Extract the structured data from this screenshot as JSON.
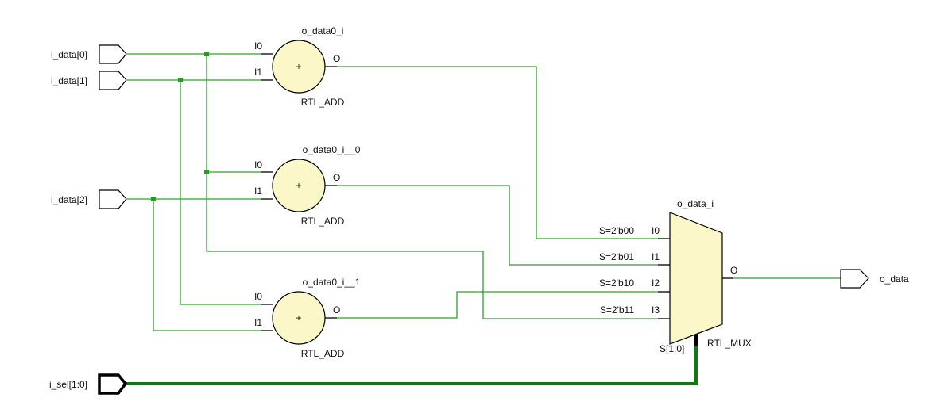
{
  "colors": {
    "wire": "#2ea02e",
    "bus": "#0d7a0d",
    "cell_fill": "#fbf7c8",
    "junction": "#1ea01e"
  },
  "input_ports": [
    {
      "name": "i_data[0]",
      "bus": false
    },
    {
      "name": "i_data[1]",
      "bus": false
    },
    {
      "name": "i_data[2]",
      "bus": false
    },
    {
      "name": "i_sel[1:0]",
      "bus": true
    }
  ],
  "output_ports": [
    {
      "name": "o_data",
      "bus": false
    }
  ],
  "adders": [
    {
      "instance": "o_data0_i",
      "type": "RTL_ADD",
      "symbol": "+",
      "pins": {
        "in0": "I0",
        "in1": "I1",
        "out": "O"
      },
      "inputs": [
        "i_data[0]",
        "i_data[1]"
      ]
    },
    {
      "instance": "o_data0_i__0",
      "type": "RTL_ADD",
      "symbol": "+",
      "pins": {
        "in0": "I0",
        "in1": "I1",
        "out": "O"
      },
      "inputs": [
        "i_data[0]",
        "i_data[2]"
      ]
    },
    {
      "instance": "o_data0_i__1",
      "type": "RTL_ADD",
      "symbol": "+",
      "pins": {
        "in0": "I0",
        "in1": "I1",
        "out": "O"
      },
      "inputs": [
        "i_data[1]",
        "i_data[2]"
      ]
    }
  ],
  "mux": {
    "instance": "o_data_i",
    "type": "RTL_MUX",
    "select_pin": "S[1:0]",
    "out_pin": "O",
    "inputs": [
      {
        "pin": "I0",
        "cond": "S=2'b00",
        "source": "o_data0_i"
      },
      {
        "pin": "I1",
        "cond": "S=2'b01",
        "source": "o_data0_i__0"
      },
      {
        "pin": "I2",
        "cond": "S=2'b10",
        "source": "o_data0_i__1"
      },
      {
        "pin": "I3",
        "cond": "S=2'b11",
        "source": "i_data[0]"
      }
    ]
  }
}
